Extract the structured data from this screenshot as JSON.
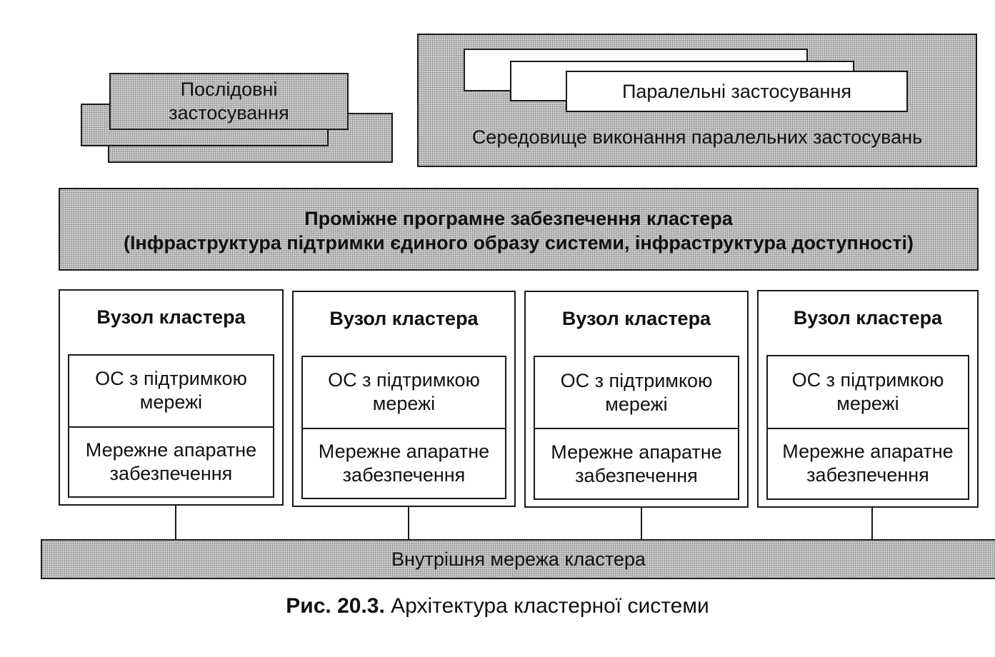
{
  "sequential": {
    "label": "Послідовні\nзастосування"
  },
  "parallel": {
    "apps_label": "Паралельні застосування",
    "env_label": "Середовище виконання паралельних застосувань"
  },
  "middleware": {
    "title": "Проміжне програмне забезпечення кластера",
    "subtitle": "(Інфраструктура підтримки єдиного образу системи, інфраструктура доступності)"
  },
  "nodes": [
    {
      "title": "Вузол кластера",
      "os": "ОС з підтримкою\nмережі",
      "hw": "Мережне апаратне\nзабезпечення"
    },
    {
      "title": "Вузол кластера",
      "os": "ОС з підтримкою\nмережі",
      "hw": "Мережне апаратне\nзабезпечення"
    },
    {
      "title": "Вузол кластера",
      "os": "ОС з підтримкою\nмережі",
      "hw": "Мережне апаратне\nзабезпечення"
    },
    {
      "title": "Вузол кластера",
      "os": "ОС з підтримкою\nмережі",
      "hw": "Мережне апаратне\nзабезпечення"
    }
  ],
  "network": {
    "label": "Внутрішня мережа кластера"
  },
  "caption": {
    "number": "Рис. 20.3.",
    "text": "Архітектура кластерної системи"
  }
}
